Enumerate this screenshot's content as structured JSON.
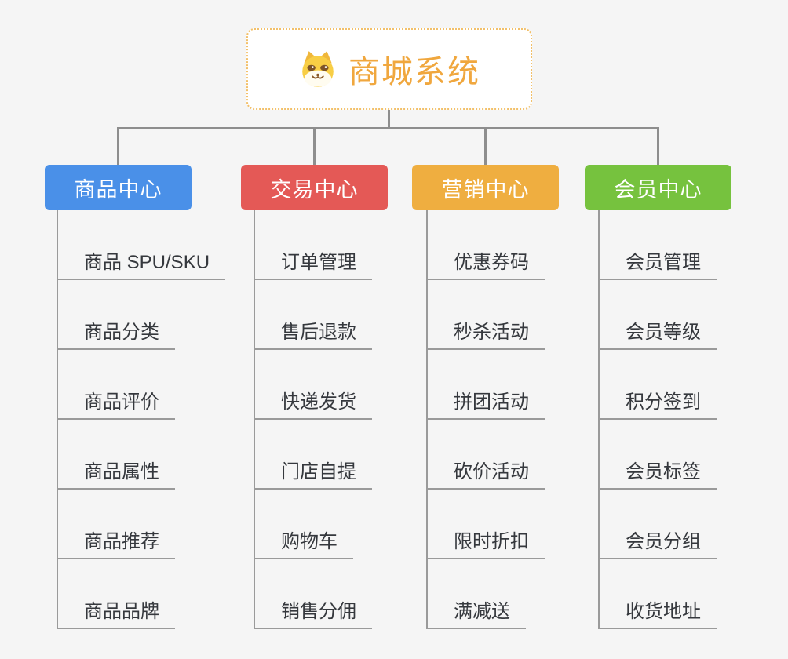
{
  "root": {
    "title": "商城系统",
    "icon": "doge-face",
    "title_color": "#f0a73e",
    "border_color": "#f2c06a"
  },
  "connector_color": "#8e8e8e",
  "branches": [
    {
      "label": "商品中心",
      "color": "#4a90e8",
      "items": [
        "商品 SPU/SKU",
        "商品分类",
        "商品评价",
        "商品属性",
        "商品推荐",
        "商品品牌"
      ]
    },
    {
      "label": "交易中心",
      "color": "#e45956",
      "items": [
        "订单管理",
        "售后退款",
        "快递发货",
        "门店自提",
        "购物车",
        "销售分佣"
      ]
    },
    {
      "label": "营销中心",
      "color": "#efae40",
      "items": [
        "优惠券码",
        "秒杀活动",
        "拼团活动",
        "砍价活动",
        "限时折扣",
        "满减送"
      ]
    },
    {
      "label": "会员中心",
      "color": "#76c23e",
      "items": [
        "会员管理",
        "会员等级",
        "积分签到",
        "会员标签",
        "会员分组",
        "收货地址"
      ]
    }
  ]
}
